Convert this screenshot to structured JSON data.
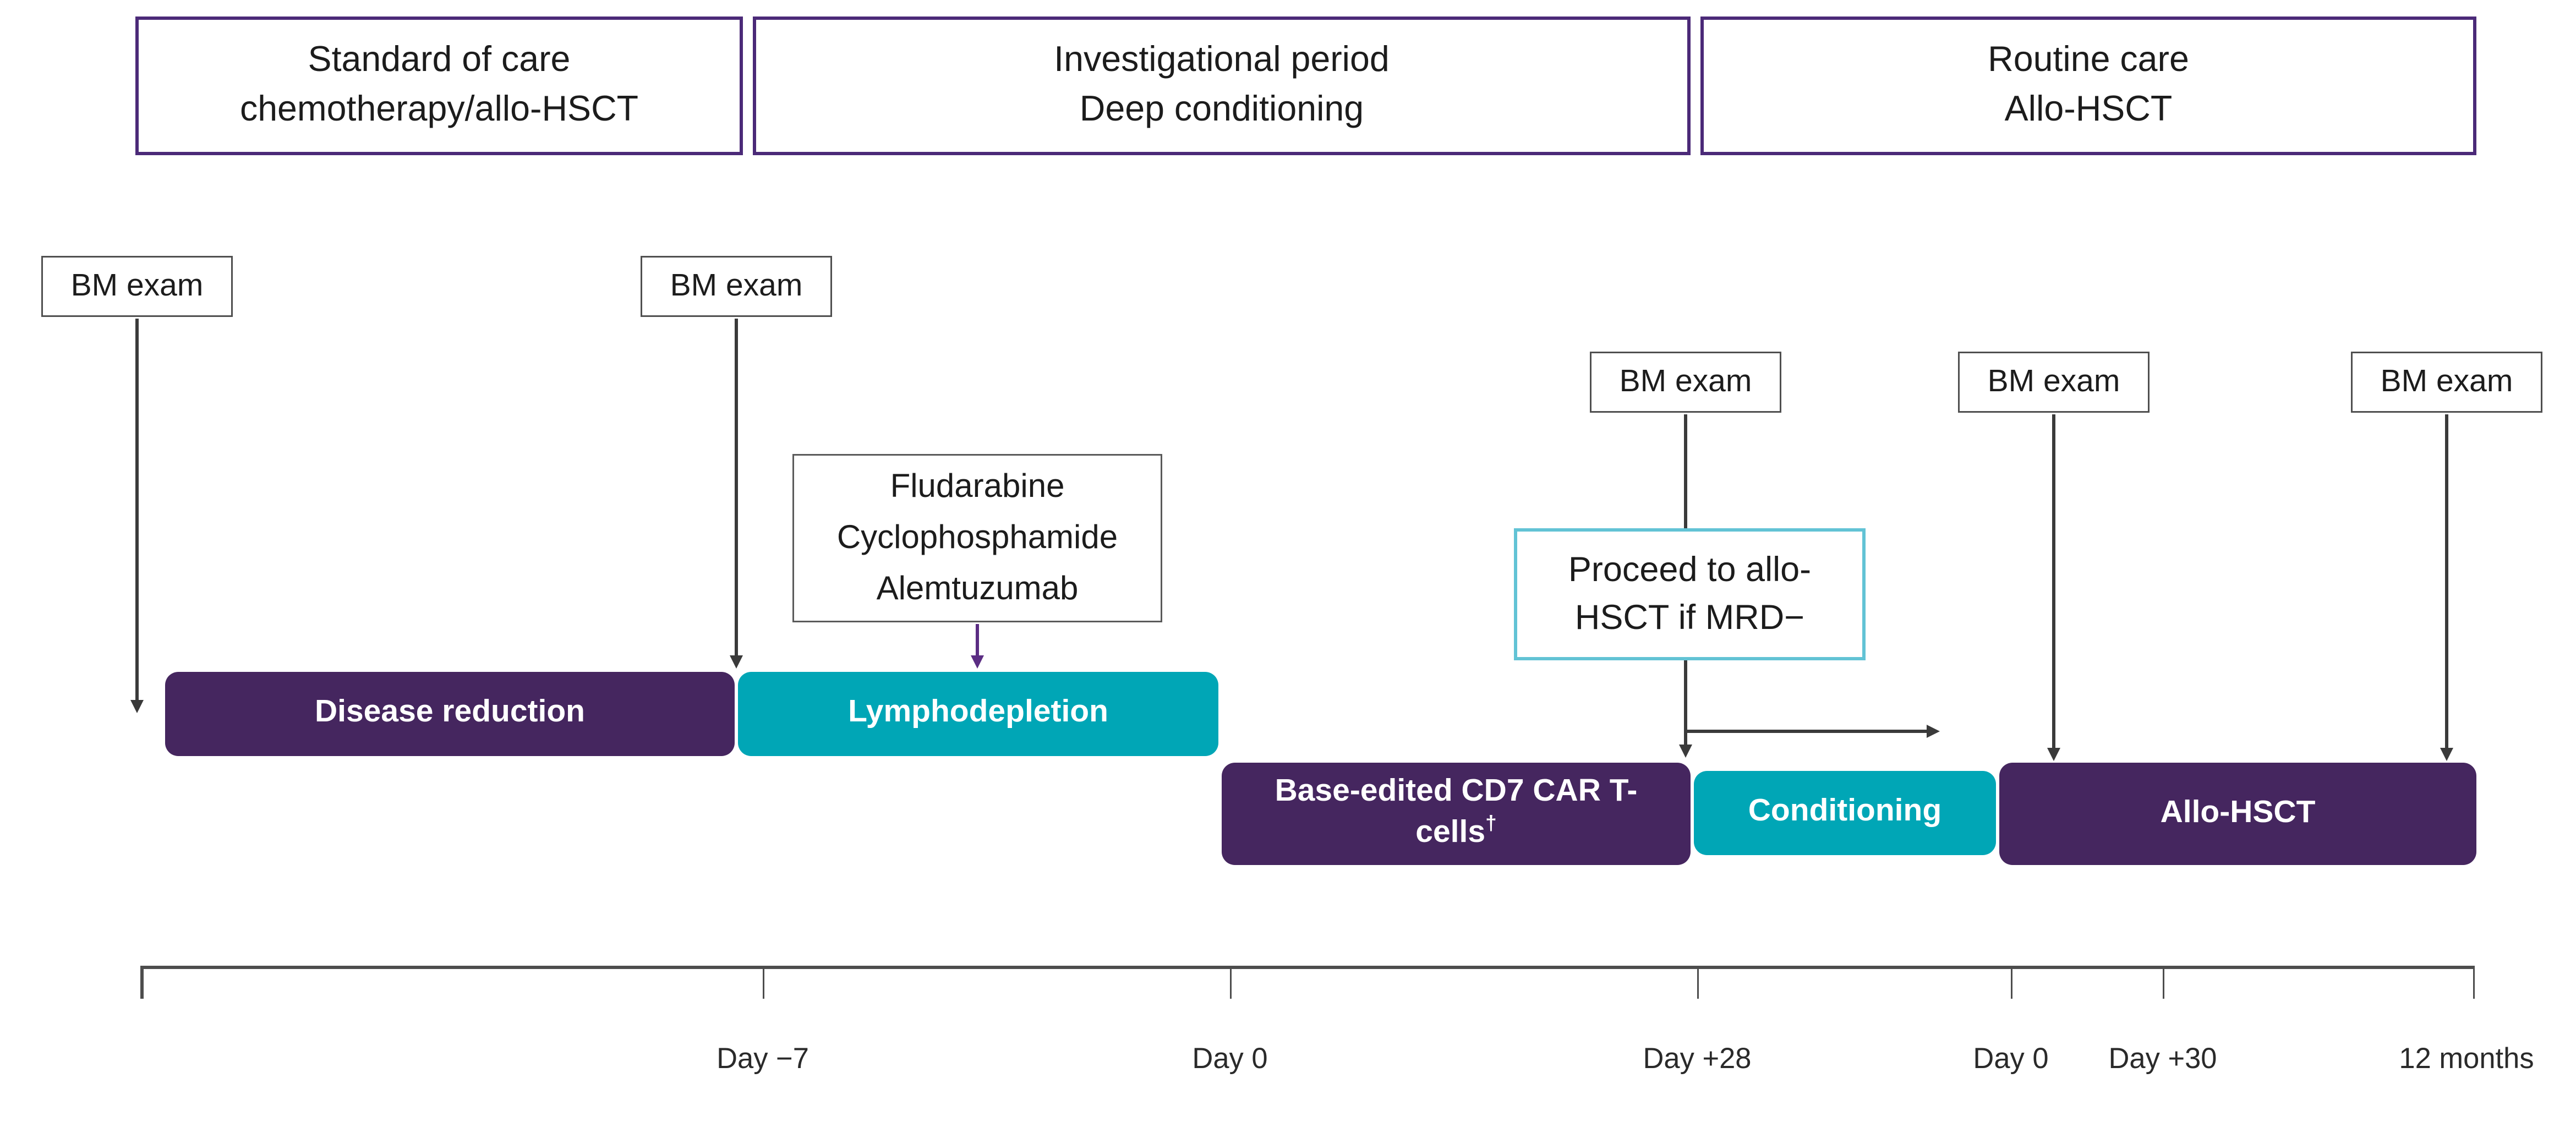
{
  "phases": [
    {
      "line1": "Standard of care",
      "line2": "chemotherapy/allo-HSCT"
    },
    {
      "line1": "Investigational period",
      "line2": "Deep conditioning"
    },
    {
      "line1": "Routine care",
      "line2": "Allo-HSCT"
    }
  ],
  "bm_exam_label": "BM exam",
  "drug_box": {
    "line1": "Fludarabine",
    "line2": "Cyclophosphamide",
    "line3": "Alemtuzumab"
  },
  "proceed_box": {
    "line1": "Proceed to allo-",
    "line2": "HSCT if MRD−"
  },
  "bars": {
    "disease_reduction": "Disease reduction",
    "lymphodepletion": "Lymphodepletion",
    "car_t_line1": "Base-edited CD7 CAR T-",
    "car_t_line2_base": "cells",
    "car_t_sup": "†",
    "conditioning": "Conditioning",
    "allo_hsct": "Allo-HSCT"
  },
  "timeline": {
    "tick_labels": [
      "Day −7",
      "Day 0",
      "Day +28",
      "Day 0",
      "Day +30",
      "12 months"
    ]
  },
  "colors": {
    "purple": "#45265f",
    "teal": "#00a6b6",
    "phase_border": "#4b2a78",
    "proceed_border": "#62c3d5",
    "drug_arrow": "#5b2d83",
    "arrow": "#3a3a3a",
    "axis": "#4d4d4d"
  }
}
